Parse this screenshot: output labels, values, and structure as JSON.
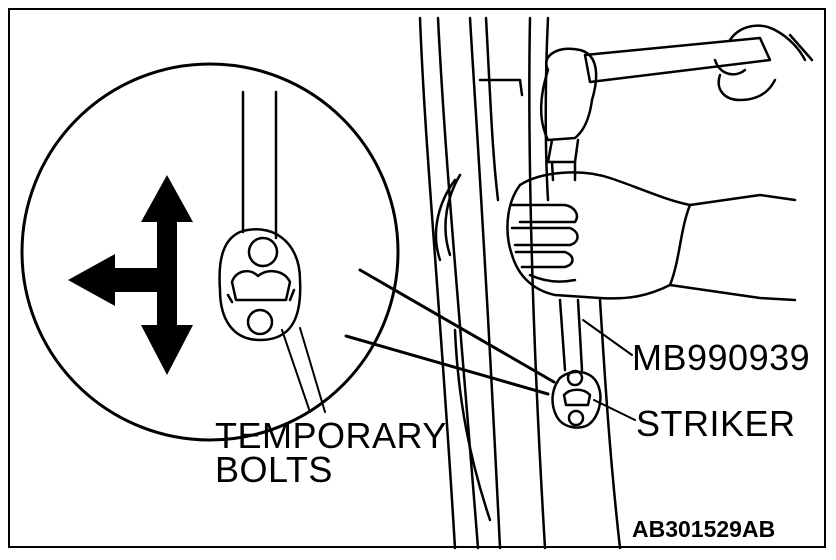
{
  "labels": {
    "tool": "MB990939",
    "striker": "STRIKER",
    "bolts_line1": "TEMPORARY",
    "bolts_line2": "BOLTS"
  },
  "figure_code": "AB301529AB",
  "colors": {
    "line": "#000000",
    "background": "#ffffff"
  }
}
